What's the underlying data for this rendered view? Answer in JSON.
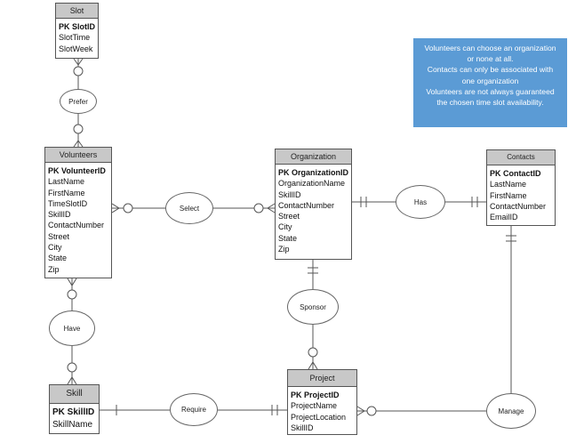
{
  "entities": {
    "slot": {
      "title": "Slot",
      "pk": "PK SlotID",
      "attrs": [
        "SlotTime",
        "SlotWeek"
      ]
    },
    "volunteers": {
      "title": "Volunteers",
      "pk": "PK VolunteerID",
      "attrs": [
        "LastName",
        "FirstName",
        "TimeSlotID",
        "SkillID",
        "ContactNumber",
        "Street",
        "City",
        "State",
        "Zip"
      ]
    },
    "organization": {
      "title": "Organization",
      "pk": "PK OrganizationID",
      "attrs": [
        "OrganizationName",
        "SkillID",
        "ContactNumber",
        "Street",
        "City",
        "State",
        "Zip"
      ]
    },
    "contacts": {
      "title": "Contacts",
      "pk": "PK ContactID",
      "attrs": [
        "LastName",
        "FirstName",
        "ContactNumber",
        "EmailID"
      ]
    },
    "skill": {
      "title": "Skill",
      "pk": "PK SkillID",
      "attrs": [
        "SkillName"
      ]
    },
    "project": {
      "title": "Project",
      "pk": "PK ProjectID",
      "attrs": [
        "ProjectName",
        "ProjectLocation",
        "SkillID"
      ]
    }
  },
  "relationships": {
    "prefer": "Prefer",
    "select": "Select",
    "has": "Has",
    "sponsor": "Sponsor",
    "have": "Have",
    "require": "Require",
    "manage": "Manage"
  },
  "note": {
    "lines": [
      "Volunteers can choose an organization",
      "or none at all.",
      "Contacts can only be associated with",
      "one organization",
      "Volunteers are not always guaranteed",
      "the chosen time slot availability."
    ]
  },
  "colors": {
    "note_bg": "#5b9bd5",
    "header_bg": "#c8c8c8",
    "line": "#555555"
  }
}
